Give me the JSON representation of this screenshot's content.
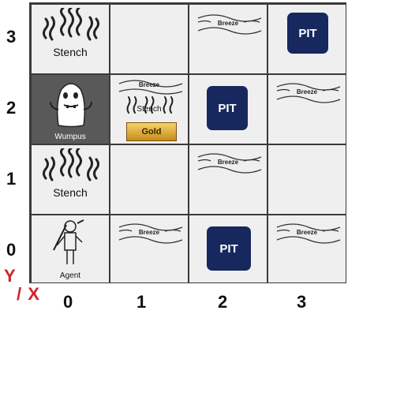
{
  "axis": {
    "y_label": "Y",
    "x_label": "/ X"
  },
  "row_labels": [
    "3",
    "2",
    "1",
    "0"
  ],
  "col_labels": [
    "0",
    "1",
    "2",
    "3"
  ],
  "cells": {
    "c0_3": {
      "stench": "Stench"
    },
    "c2_3": {
      "breeze": "Breeze"
    },
    "c3_3": {
      "pit": "PIT"
    },
    "c0_2": {
      "wumpus": "Wumpus"
    },
    "c1_2": {
      "breeze": "Breeze",
      "stench": "Stench",
      "gold": "Gold"
    },
    "c2_2": {
      "pit": "PIT"
    },
    "c3_2": {
      "breeze": "Breeze"
    },
    "c0_1": {
      "stench": "Stench"
    },
    "c2_1": {
      "breeze": "Breeze"
    },
    "c0_0": {
      "agent": "Agent"
    },
    "c1_0": {
      "breeze": "Breeze"
    },
    "c2_0": {
      "pit": "PIT"
    },
    "c3_0": {
      "breeze": "Breeze"
    }
  },
  "colors": {
    "pit_bg": "#16285e",
    "axis_red": "#d0232a",
    "wumpus_cell": "#595959"
  }
}
